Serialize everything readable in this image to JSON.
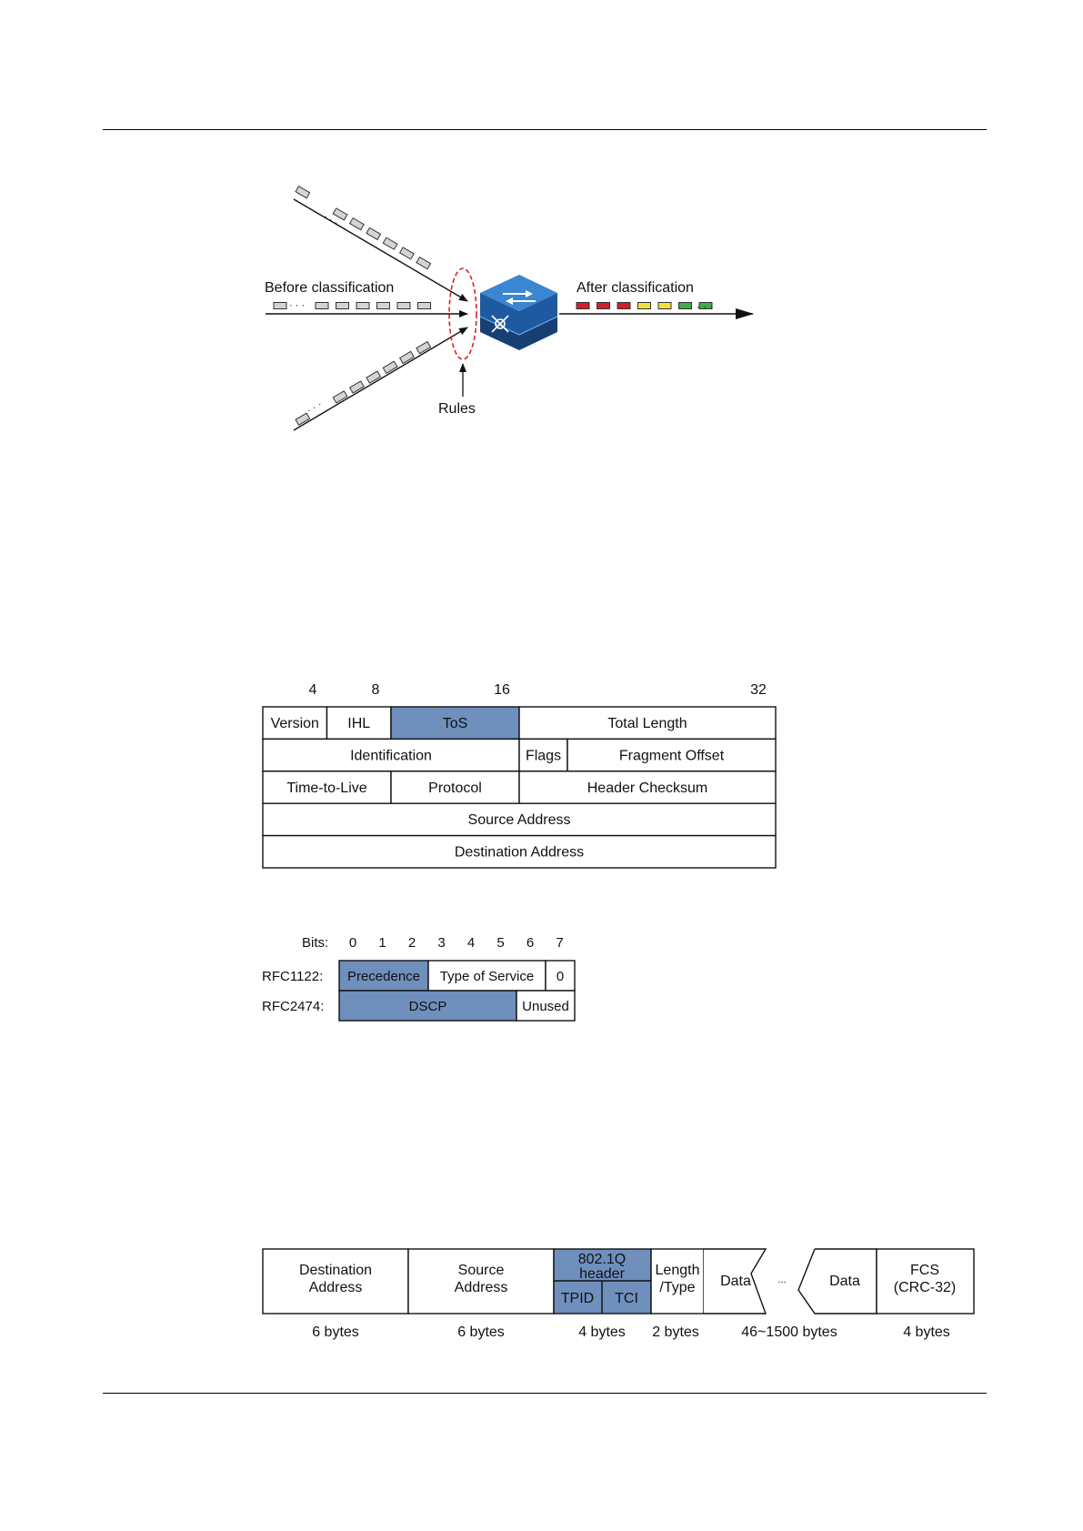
{
  "classification": {
    "before_label": "Before classification",
    "after_label": "After classification",
    "rules_label": "Rules",
    "colors": {
      "packet_gray": "#d4d4d4",
      "packet_red": "#d4202a",
      "packet_yellow": "#f2e13a",
      "packet_green": "#3fae49",
      "switch_blue": "#2b6fb8",
      "rules_ellipse": "#e02020"
    },
    "after_packets": [
      "red",
      "red",
      "red",
      "yellow",
      "yellow",
      "green",
      "green"
    ]
  },
  "ip_header": {
    "bit_labels": [
      "4",
      "8",
      "16",
      "32"
    ],
    "highlight_color": "#6f8fbd",
    "rows": [
      [
        {
          "label": "Version",
          "bits": 4
        },
        {
          "label": "IHL",
          "bits": 4
        },
        {
          "label": "ToS",
          "bits": 8,
          "hl": true
        },
        {
          "label": "Total Length",
          "bits": 16
        }
      ],
      [
        {
          "label": "Identification",
          "bits": 16
        },
        {
          "label": "Flags",
          "bits": 3
        },
        {
          "label": "Fragment Offset",
          "bits": 13
        }
      ],
      [
        {
          "label": "Time-to-Live",
          "bits": 8
        },
        {
          "label": "Protocol",
          "bits": 8
        },
        {
          "label": "Header Checksum",
          "bits": 16
        }
      ],
      [
        {
          "label": "Source Address",
          "bits": 32
        }
      ],
      [
        {
          "label": "Destination Address",
          "bits": 32
        }
      ]
    ]
  },
  "tos_field": {
    "bits_label": "Bits:",
    "bit_numbers": [
      "0",
      "1",
      "2",
      "3",
      "4",
      "5",
      "6",
      "7"
    ],
    "rows": [
      {
        "name": "RFC1122:",
        "cells": [
          {
            "label": "Precedence",
            "bits": 3,
            "hl": true
          },
          {
            "label": "Type of Service",
            "bits": 4
          },
          {
            "label": "0",
            "bits": 1
          }
        ]
      },
      {
        "name": "RFC2474:",
        "cells": [
          {
            "label": "DSCP",
            "bits": 6,
            "hl": true
          },
          {
            "label": "Unused",
            "bits": 2
          }
        ]
      }
    ]
  },
  "frame": {
    "dest_address": [
      "Destination",
      "Address"
    ],
    "source_address": [
      "Source",
      "Address"
    ],
    "vlan_header": [
      "802.1Q",
      "header"
    ],
    "tpid": "TPID",
    "tci": "TCI",
    "length_type": [
      "Length",
      "/Type"
    ],
    "data1": "Data",
    "ellipsis": "...",
    "data2": "Data",
    "fcs": [
      "FCS",
      "(CRC-32)"
    ],
    "sizes": [
      "6 bytes",
      "6 bytes",
      "4 bytes",
      "2 bytes",
      "46~1500 bytes",
      "4 bytes"
    ]
  }
}
